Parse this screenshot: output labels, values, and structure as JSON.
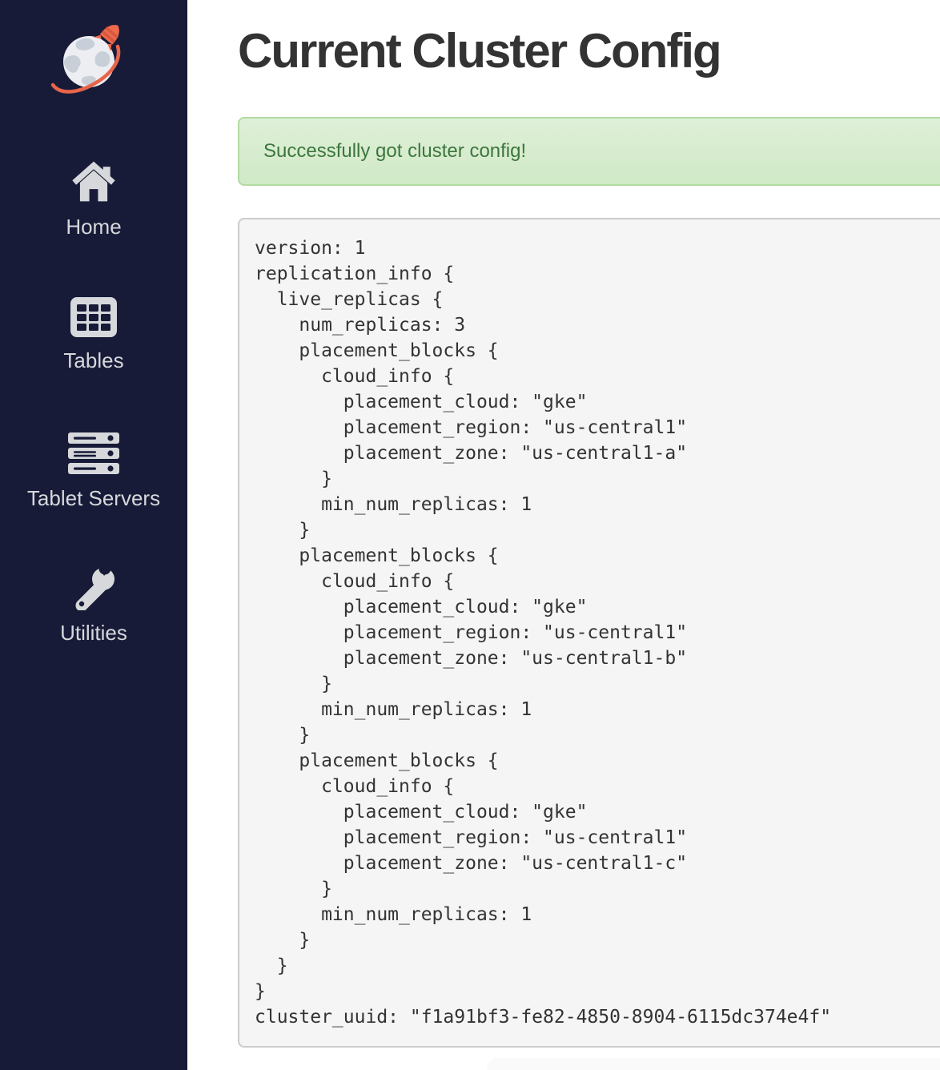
{
  "sidebar": {
    "logo_icon": "planet-rocket-logo",
    "items": [
      {
        "label": "Home",
        "icon": "home-icon"
      },
      {
        "label": "Tables",
        "icon": "table-cells-icon"
      },
      {
        "label": "Tablet Servers",
        "icon": "server-stack-icon"
      },
      {
        "label": "Utilities",
        "icon": "wrench-icon"
      }
    ]
  },
  "main": {
    "title": "Current Cluster Config",
    "alert": {
      "type": "success",
      "message": "Successfully got cluster config!"
    },
    "cluster_config": {
      "text": "version: 1\nreplication_info {\n  live_replicas {\n    num_replicas: 3\n    placement_blocks {\n      cloud_info {\n        placement_cloud: \"gke\"\n        placement_region: \"us-central1\"\n        placement_zone: \"us-central1-a\"\n      }\n      min_num_replicas: 1\n    }\n    placement_blocks {\n      cloud_info {\n        placement_cloud: \"gke\"\n        placement_region: \"us-central1\"\n        placement_zone: \"us-central1-b\"\n      }\n      min_num_replicas: 1\n    }\n    placement_blocks {\n      cloud_info {\n        placement_cloud: \"gke\"\n        placement_region: \"us-central1\"\n        placement_zone: \"us-central1-c\"\n      }\n      min_num_replicas: 1\n    }\n  }\n}\ncluster_uuid: \"f1a91bf3-fe82-4850-8904-6115dc374e4f\"",
      "version": "1",
      "num_replicas": "3",
      "placement_cloud": "gke",
      "placement_region": "us-central1",
      "placement_zones": [
        "us-central1-a",
        "us-central1-b",
        "us-central1-c"
      ],
      "min_num_replicas": "1",
      "cluster_uuid": "f1a91bf3-fe82-4850-8904-6115dc374e4f"
    }
  },
  "colors": {
    "sidebar_bg": "#171b38",
    "sidebar_text": "#d6d8db",
    "title_text": "#333333",
    "alert_bg_top": "#dff0d8",
    "alert_bg_bottom": "#d0e9c6",
    "alert_border": "#b2dba1",
    "alert_text": "#3c763d",
    "code_bg": "#f5f5f5",
    "code_border": "#cccccc",
    "code_text": "#333333",
    "logo_orange": "#ee6a4c"
  }
}
